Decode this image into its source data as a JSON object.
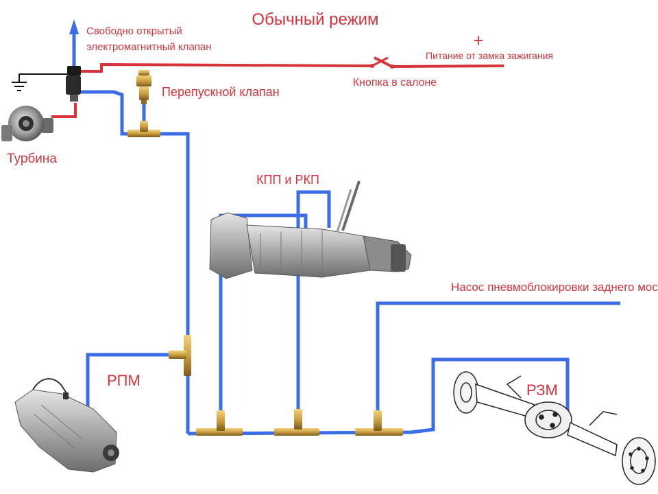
{
  "title": "Обычный режим",
  "labels": {
    "valve_line1": "Свободно открытый",
    "valve_line2": "электромагнитный клапан",
    "bypass": "Перепускной клапан",
    "turbine": "Турбина",
    "button": "Кнопка в салоне",
    "power_sign": "+",
    "power": "Питание от замка зажигания",
    "gearbox": "КПП и РКП",
    "rear_pump": "Насос пневмоблокировки заднего моста",
    "rpm": "РПМ",
    "rzm": "РЗМ"
  },
  "colors": {
    "pipe": "#3b6ee6",
    "wire": "#d8323a",
    "text": "#d8323a",
    "fitting": "#c9a24a"
  },
  "icons": {
    "ground": "ground-symbol-icon",
    "valve": "solenoid-valve-icon",
    "turbo": "turbocharger-icon",
    "bypass": "bypass-valve-icon",
    "gearbox": "gearbox-icon",
    "transfer": "transfer-case-icon",
    "axle": "rear-axle-icon",
    "switch": "switch-icon"
  }
}
